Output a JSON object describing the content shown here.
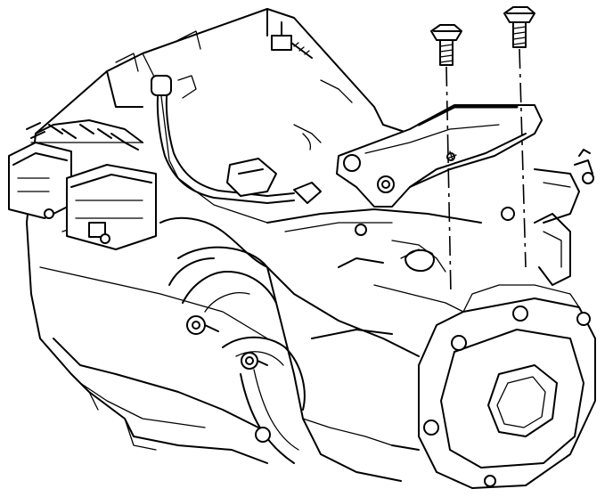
{
  "diagram": {
    "colors": {
      "line": "#000000",
      "background": "#ffffff"
    },
    "parts": [
      "transaxle",
      "mount-bracket",
      "bracket-bolt",
      "wiring-harness",
      "electrical-connector",
      "bellhousing",
      "end-cover"
    ]
  }
}
